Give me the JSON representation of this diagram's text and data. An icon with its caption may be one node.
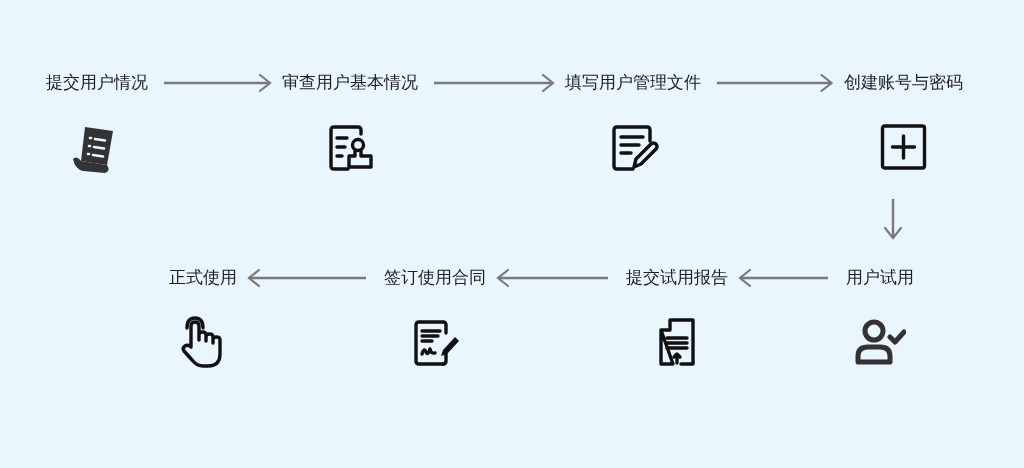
{
  "diagram": {
    "nodes": [
      {
        "text": [
          "提交用户情况"
        ]
      },
      {
        "text": [
          "审查用户基本情况"
        ]
      },
      {
        "text": [
          "填写用户管理文件"
        ]
      },
      {
        "text": [
          "创建账号与密码"
        ]
      },
      {
        "text": [
          "用户试用"
        ]
      },
      {
        "text": [
          "提交试用报告"
        ]
      },
      {
        "text": [
          "签订使用合同"
        ]
      },
      {
        "text": [
          "正式使用"
        ]
      }
    ],
    "edges": [
      {
        "from": 0,
        "to": 1,
        "arrow": "to"
      },
      {
        "from": 1,
        "to": 2,
        "arrow": "to"
      },
      {
        "from": 2,
        "to": 3,
        "arrow": "to"
      },
      {
        "from": 3,
        "to": 4,
        "arrow": "to"
      },
      {
        "from": 4,
        "to": 5,
        "arrow": "to"
      },
      {
        "from": 5,
        "to": 6,
        "arrow": "to"
      },
      {
        "from": 6,
        "to": 7,
        "arrow": "to"
      }
    ]
  }
}
